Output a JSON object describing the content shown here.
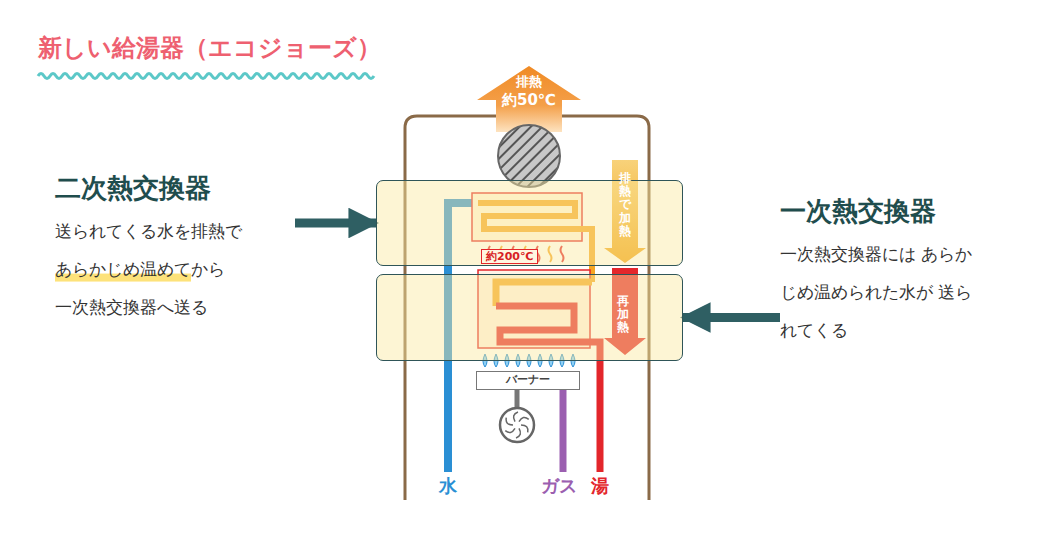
{
  "diagram": {
    "title": "新しい給湯器（エコジョーズ）",
    "nodes": [
      {
        "text": [
          "排熱",
          "約50℃"
        ]
      },
      {
        "text": [
          "二次熱交換器",
          "送られてくる水を排熱で あらかじめ温めてから 一次熱交換器へ送る"
        ]
      },
      {
        "text": [
          "約200℃"
        ]
      },
      {
        "text": [
          "一次熱交換器",
          "一次熱交換器には あらかじめ温められた水が 送られてくる"
        ]
      },
      {
        "text": [
          "再加熱"
        ]
      },
      {
        "text": [
          "バーナー"
        ]
      }
    ],
    "edges": [
      {
        "from": 1,
        "to": 2,
        "arrow": "to"
      },
      {
        "from": 3,
        "to": 4,
        "arrow": "to"
      }
    ],
    "labels": [
      "排熱で加熱",
      "水",
      "ガス",
      "湯"
    ]
  }
}
